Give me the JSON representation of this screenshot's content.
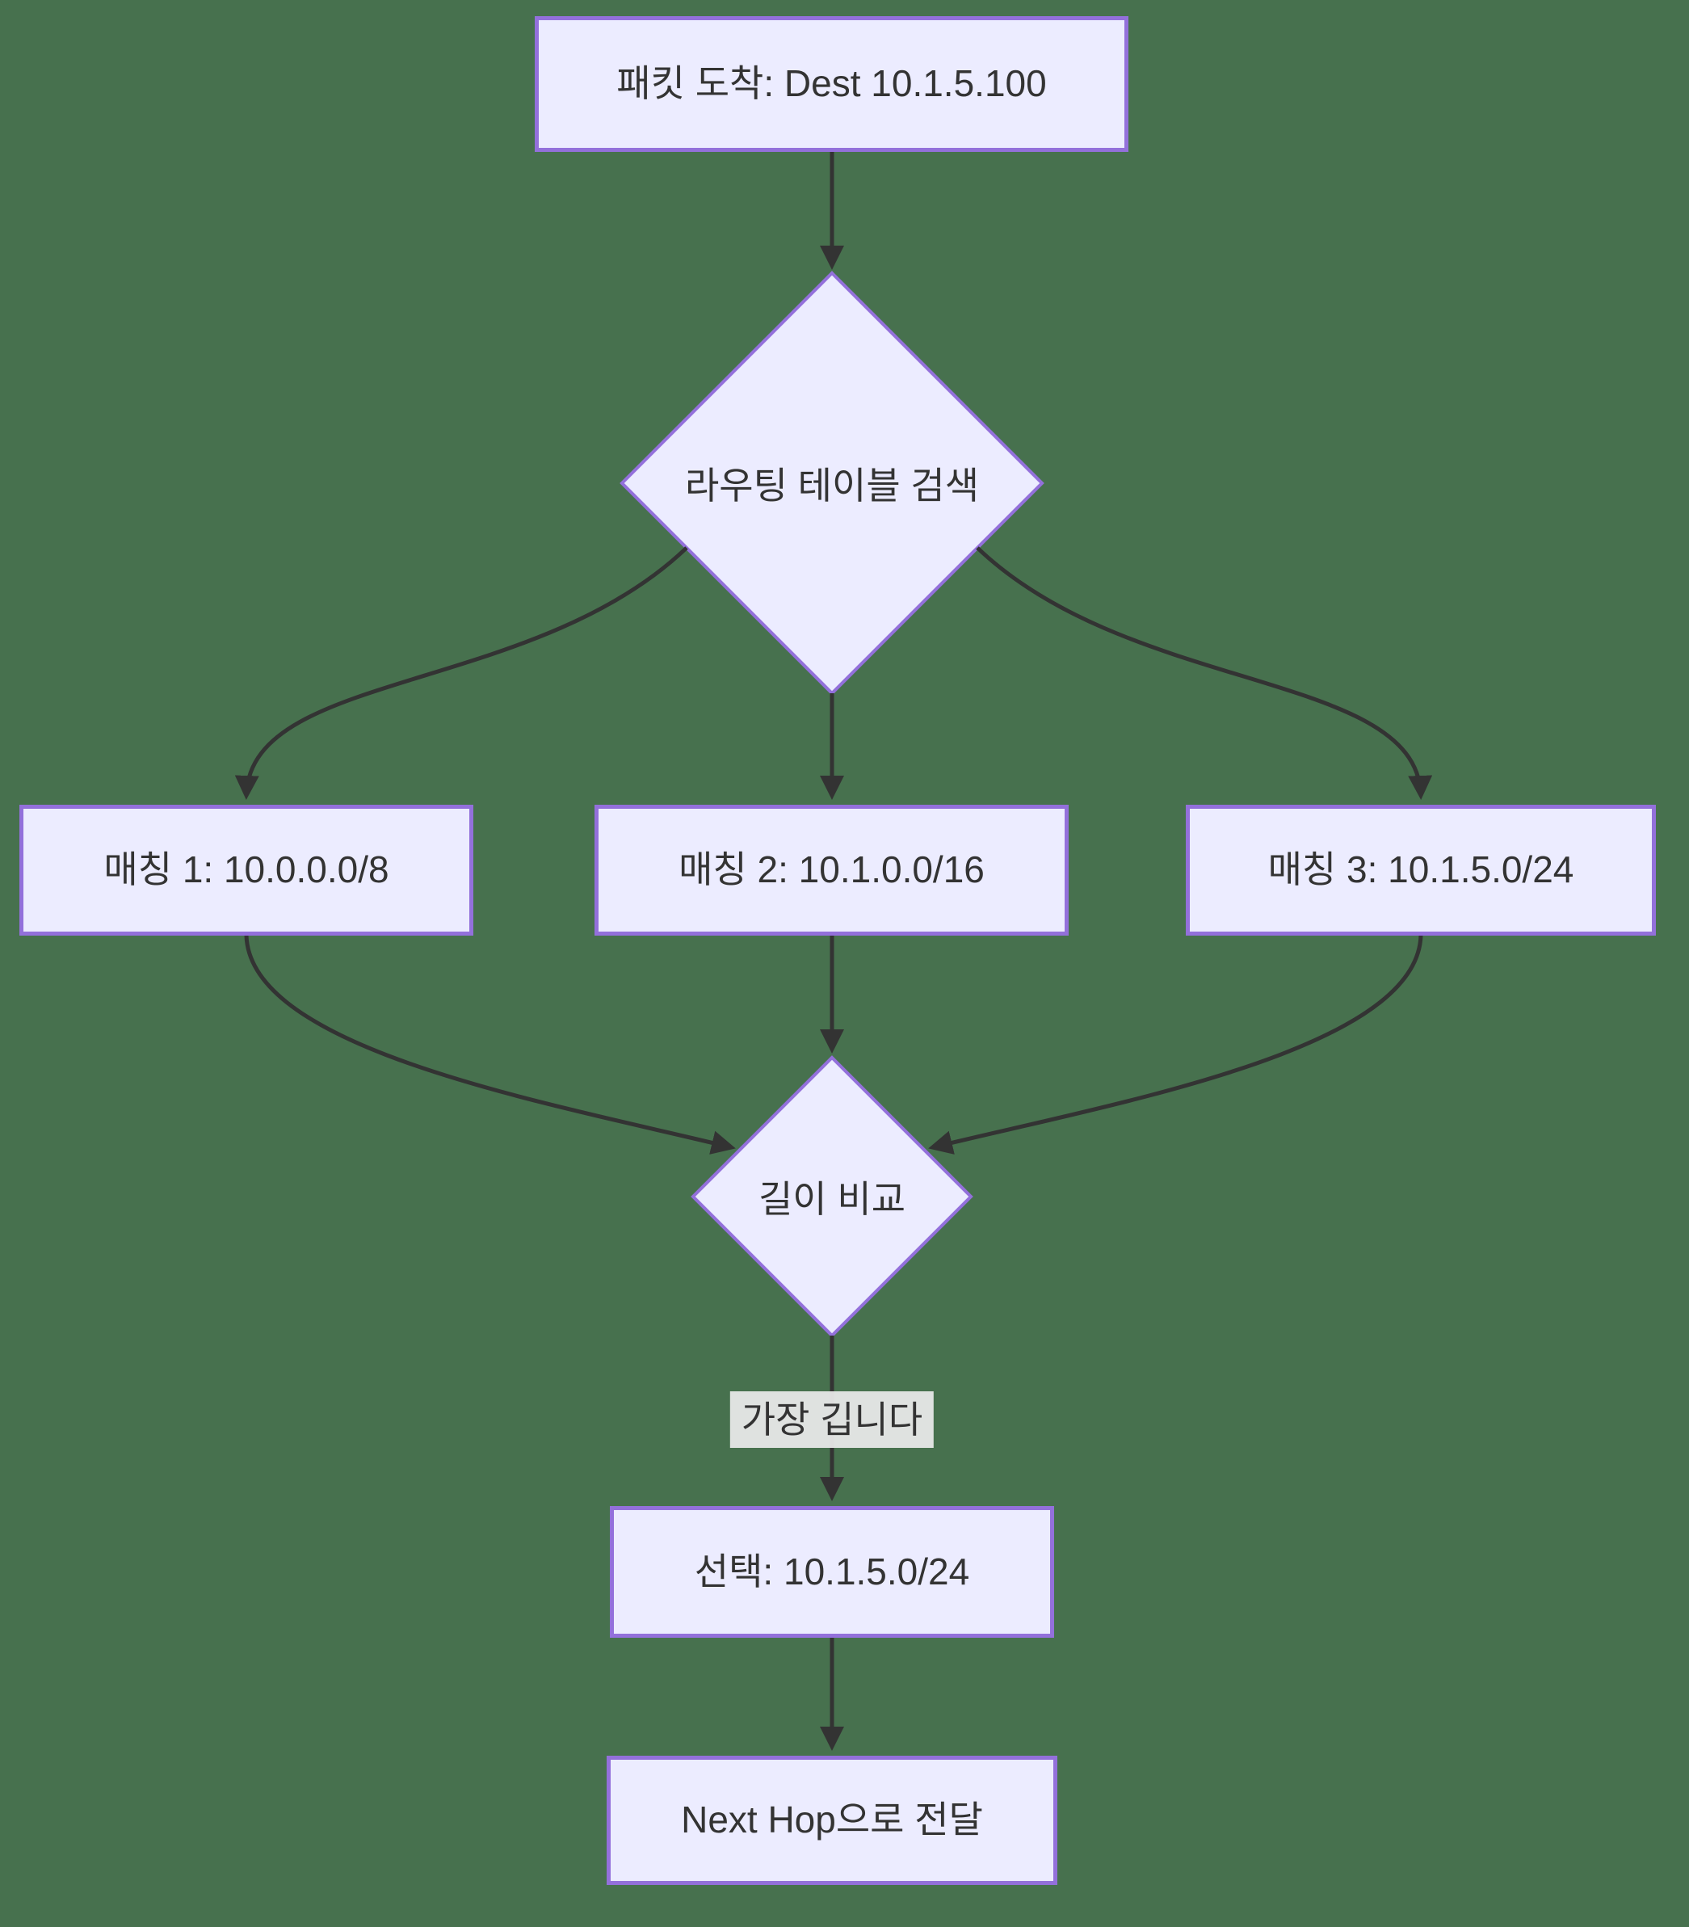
{
  "diagram": {
    "type": "flowchart",
    "nodes": {
      "packet_arrival": {
        "label": "패킷 도착: Dest 10.1.5.100",
        "shape": "rect"
      },
      "routing_lookup": {
        "label": "라우팅 테이블 검색",
        "shape": "diamond"
      },
      "match1": {
        "label": "매칭 1: 10.0.0.0/8",
        "shape": "rect"
      },
      "match2": {
        "label": "매칭 2: 10.1.0.0/16",
        "shape": "rect"
      },
      "match3": {
        "label": "매칭 3: 10.1.5.0/24",
        "shape": "rect"
      },
      "length_compare": {
        "label": "길이 비교",
        "shape": "diamond"
      },
      "selected": {
        "label": "선택: 10.1.5.0/24",
        "shape": "rect"
      },
      "next_hop": {
        "label": "Next Hop으로 전달",
        "shape": "rect"
      }
    },
    "edges": [
      {
        "from": "packet_arrival",
        "to": "routing_lookup",
        "label": ""
      },
      {
        "from": "routing_lookup",
        "to": "match1",
        "label": ""
      },
      {
        "from": "routing_lookup",
        "to": "match2",
        "label": ""
      },
      {
        "from": "routing_lookup",
        "to": "match3",
        "label": ""
      },
      {
        "from": "match1",
        "to": "length_compare",
        "label": ""
      },
      {
        "from": "match2",
        "to": "length_compare",
        "label": ""
      },
      {
        "from": "match3",
        "to": "length_compare",
        "label": ""
      },
      {
        "from": "length_compare",
        "to": "selected",
        "label": "가장 깁니다"
      },
      {
        "from": "selected",
        "to": "next_hop",
        "label": ""
      }
    ],
    "colors": {
      "background": "#47714e",
      "node_fill": "#ececff",
      "node_border": "#9370db",
      "edge_line": "#333333",
      "edge_label_bg": "#e8e8e8",
      "text": "#333333"
    }
  }
}
